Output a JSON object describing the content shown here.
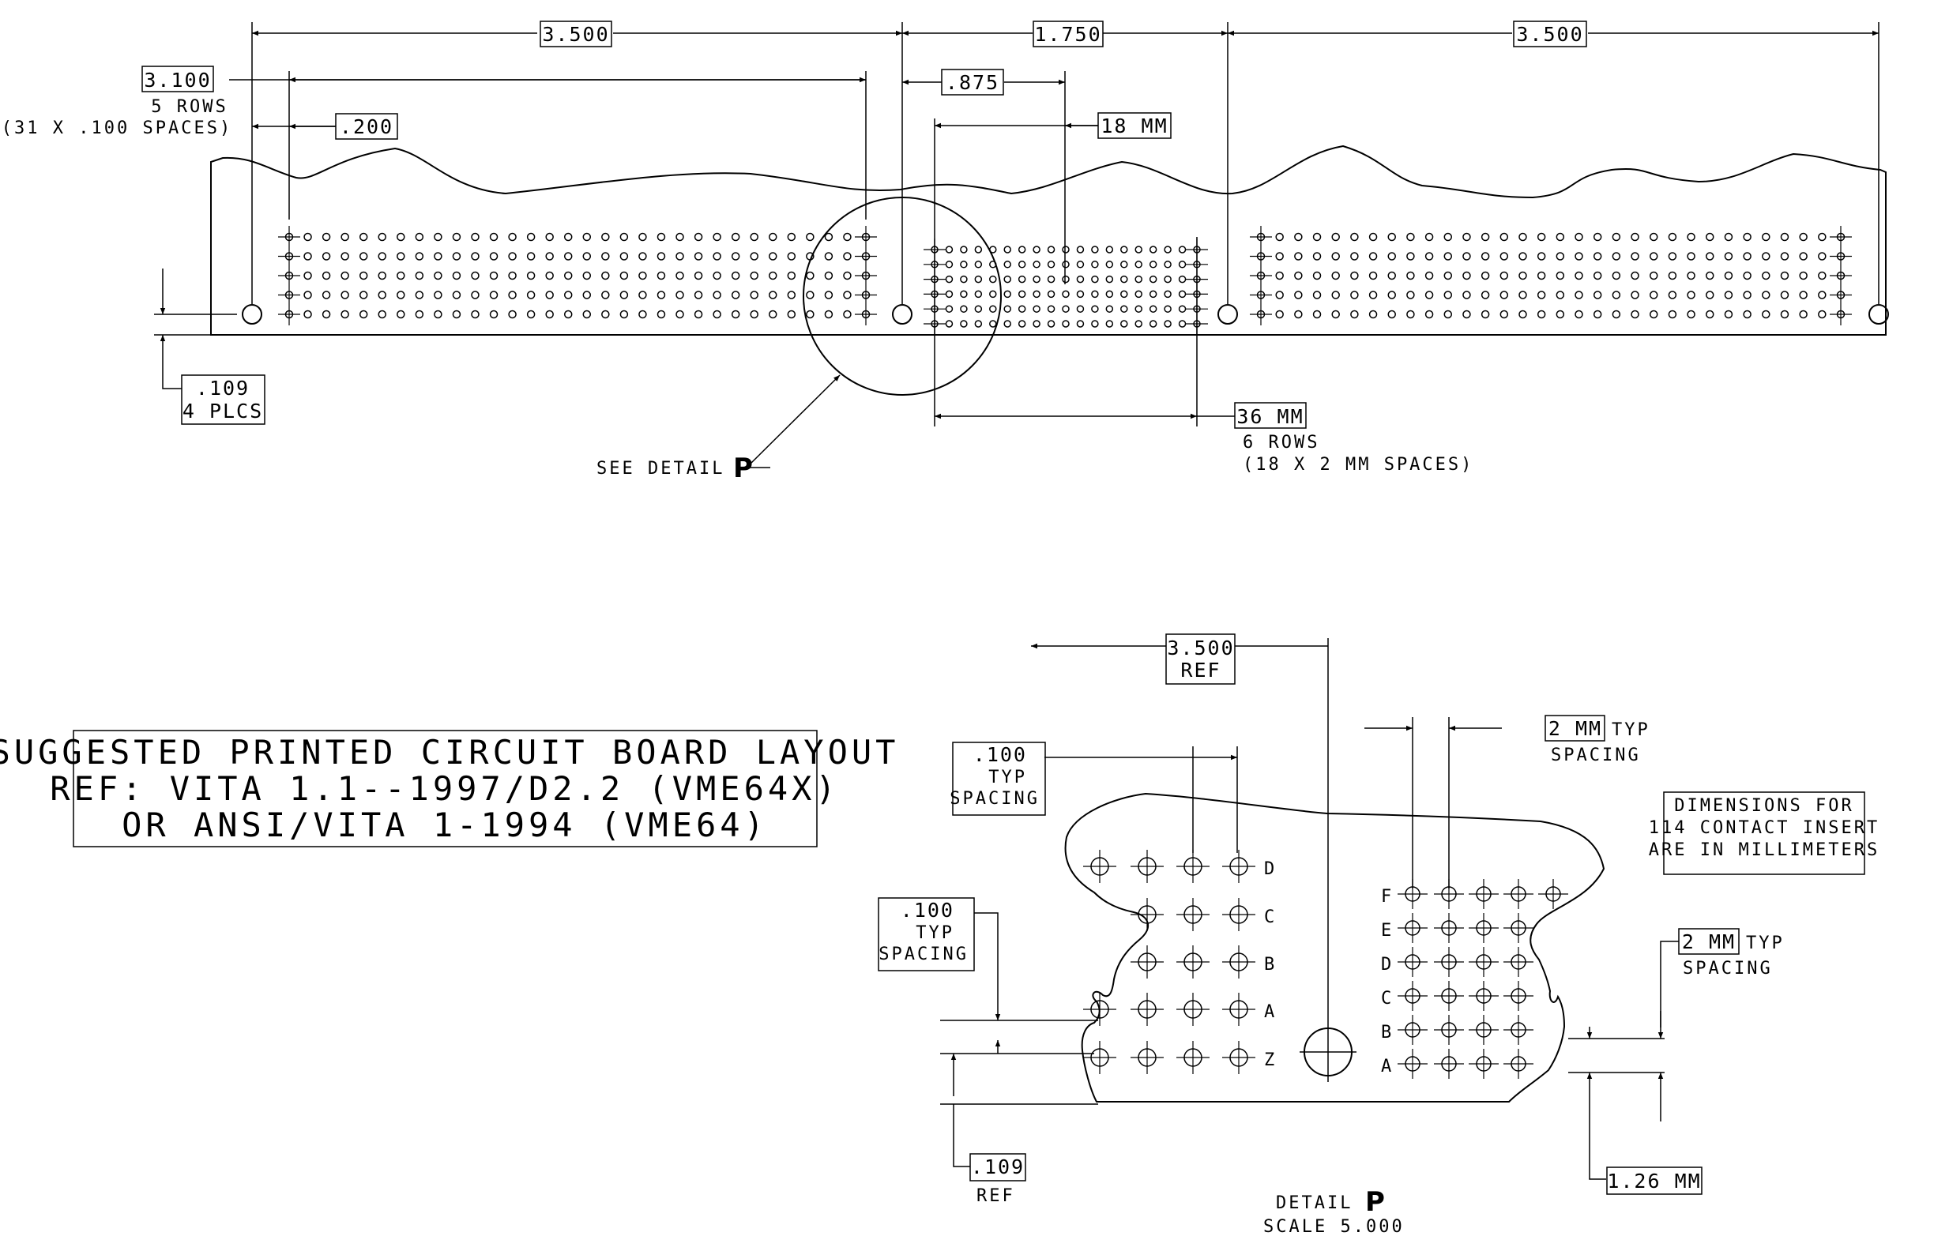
{
  "top_view": {
    "dims": {
      "span_left": "3.500",
      "span_mid": "1.750",
      "span_right": "3.500",
      "rows_width": "3.100",
      "rows_count": "5 ROWS",
      "rows_spaces": "(31 X .100 SPACES)",
      "offset": ".200",
      "half_mid": ".875",
      "mm18": "18 MM",
      "mm36": "36 MM",
      "mm_rows": "6 ROWS",
      "mm_spaces": "(18 X 2 MM SPACES)",
      "hole_dia": ".109",
      "hole_plcs": "4 PLCS"
    },
    "see_detail_text": "SEE DETAIL",
    "see_detail_letter": "P"
  },
  "title_block": {
    "line1": "SUGGESTED PRINTED CIRCUIT BOARD LAYOUT",
    "line2": "REF: VITA 1.1--1997/D2.2 (VME64X)",
    "line3": "OR ANSI/VITA 1-1994 (VME64)"
  },
  "detail": {
    "ref_dim": "3.500",
    "ref_label": "REF",
    "spacing_in_1": ".100",
    "spacing_in_2": ".100",
    "typ": "TYP",
    "spacing": "SPACING",
    "mm2_top": "2 MM",
    "mm2_right": "2 MM",
    "mm126": "1.26 MM",
    "hole_ref": ".109",
    "left_rows": [
      "D",
      "C",
      "B",
      "A",
      "Z"
    ],
    "right_rows": [
      "F",
      "E",
      "D",
      "C",
      "B",
      "A"
    ],
    "note": [
      "DIMENSIONS FOR",
      "114 CONTACT INSERT",
      "ARE IN MILLIMETERS"
    ],
    "title": "DETAIL",
    "letter": "P",
    "scale": "SCALE  5.000"
  }
}
